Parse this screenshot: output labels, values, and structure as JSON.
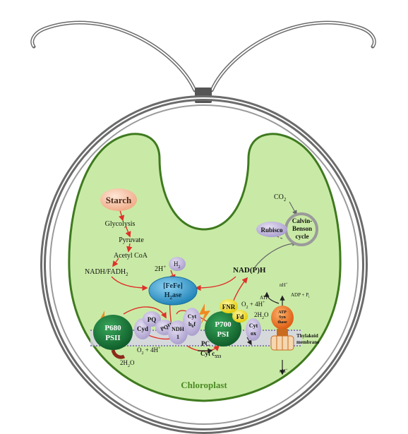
{
  "labels": {
    "starch": "Starch",
    "glycolysis": "Glycolysis",
    "pyruvate": "Pyruvate",
    "acetyl_coa": "Acetyl CoA",
    "nadh_fadh2": "NADH/FADH",
    "nadh_fadh2_sub": "2",
    "two_h_plus": "2H",
    "two_h_plus_sup": "+",
    "h2": "H",
    "h2_sub": "2",
    "fefe_line1": "[FeFe]",
    "fefe_line2": "H",
    "fefe_line2_sub": "2",
    "fefe_line2_tail": "ase",
    "nadph": "NAD(P)H",
    "co2": "CO",
    "co2_sub": "2",
    "rubisco": "Rubisco",
    "calvin_line1": "Calvin-",
    "calvin_line2": "Benson",
    "calvin_line3": "cycle",
    "p680": "P680",
    "psii": "PSII",
    "pq": "PQ",
    "pqh2": "PQH",
    "pqh2_sub": "2",
    "cyd": "Cyd",
    "ndh_line1": "NDH",
    "ndh_line2": "1",
    "cyt_bgf_line1": "Cyt",
    "cyt_bgf_line2": "b",
    "cyt_bgf_line2_sub": "6",
    "cyt_bgf_line2_tail": "f",
    "p700": "P700",
    "psi": "PSI",
    "fnr": "FNR",
    "fd": "Fd",
    "o2_4h_top": "O",
    "o2_4h_top_sub": "2",
    "o2_4h_top_tail": " + 4H",
    "o2_4h_top_sup": "+",
    "two_h2o_right": "2H",
    "two_h2o_right_sub": "2",
    "two_h2o_right_tail": "O",
    "cyt_ox_line1": "Cyt",
    "cyt_ox_line2": "ox",
    "pc": "PC",
    "cyt_c553": "Cyt c",
    "cyt_c553_sub": "553",
    "o2_4h_bottom": "O",
    "o2_4h_bottom_sub": "2",
    "o2_4h_bottom_tail": " + 4H",
    "o2_4h_bottom_sup": "+",
    "two_h2o_bottom": "2H",
    "two_h2o_bottom_sub": "2",
    "two_h2o_bottom_tail": "O",
    "nh_top": "nH",
    "nh_top_sup": "+",
    "atp": "ATP",
    "adp_pi": "ADP + P",
    "adp_pi_sub": "i",
    "atp_syn_line1": "ATP",
    "atp_syn_line2": "Syn",
    "atp_syn_line3": "thase",
    "thylakoid_line1": "Thylakoid",
    "thylakoid_line2": "membrane",
    "nh_bottom": "nH",
    "nh_bottom_sup": "+",
    "chloroplast": "Chloroplast"
  },
  "colors": {
    "cell_wall": "#6b6b6b",
    "chloroplast_fill": "#c9eaa6",
    "chloroplast_edge": "#3f7a1f",
    "arrow_red": "#e0302a",
    "psii_green": "#1c7a3a",
    "fefe_blue": "#2f9fd4",
    "starch_peach": "#f6c3a4",
    "lavender": "#c7bde0",
    "fnr_yellow": "#f4e21a",
    "atp_orange": "#f07a1a",
    "chloroplast_label": "#4a8a22"
  }
}
